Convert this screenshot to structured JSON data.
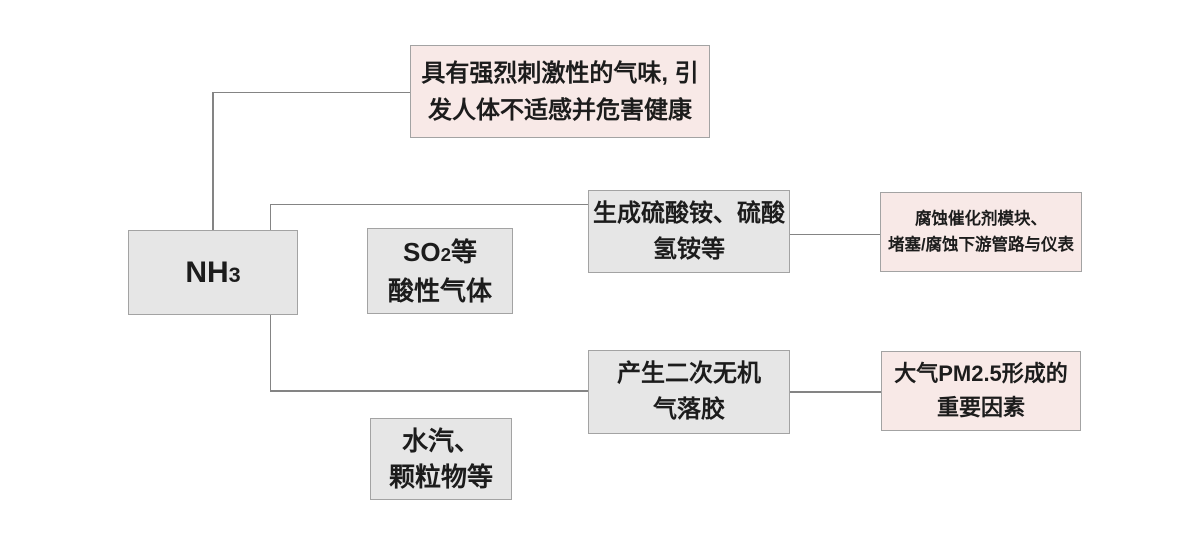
{
  "colors": {
    "node_gray": "#e6e6e6",
    "node_pink": "#f8e9e7",
    "border": "#a3a3a3",
    "connector": "#848484",
    "text": "#1c1c1c"
  },
  "nodes": {
    "nh3": {
      "formula": "NH",
      "subscript": "3"
    },
    "odor": {
      "lines": [
        "具有强烈刺激性的气味, 引",
        "发人体不适感并危害健康"
      ]
    },
    "so2": {
      "formula": "SO",
      "subscript": "2",
      "suffix": "等",
      "line2": "酸性气体"
    },
    "sulfate": {
      "lines": [
        "生成硫酸铵、硫酸",
        "氢铵等"
      ]
    },
    "corrosion": {
      "lines": [
        "腐蚀催化剂模块、",
        "堵塞/腐蚀下游管路与仪表"
      ]
    },
    "aerosol": {
      "lines": [
        "产生二次无机",
        "气落胶"
      ]
    },
    "pm25": {
      "lines": [
        "大气PM2.5形成的",
        "重要因素"
      ]
    },
    "water": {
      "lines": [
        "水汽、",
        "颗粒物等"
      ]
    }
  }
}
